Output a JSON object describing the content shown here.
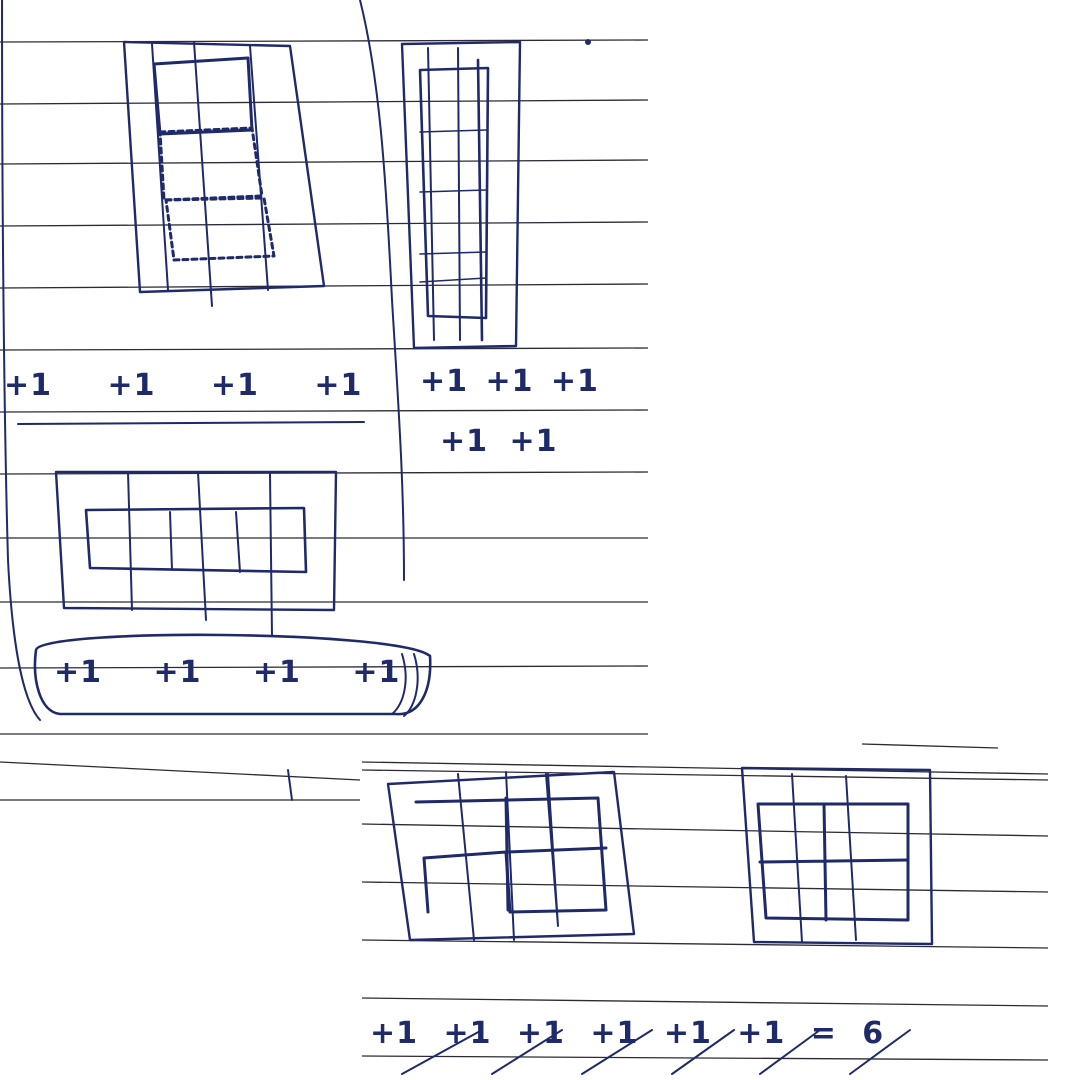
{
  "ink_color": "#1f2a6b",
  "rule_color": "#2b2b36",
  "paper_color": "#ffffff",
  "sheets": [
    {
      "name": "upper-notebook-page",
      "sketches": [
        "grid-with-stacked-domino-blocks",
        "tall-grid-with-column-strip",
        "wide-grid-with-row-strip"
      ],
      "tallies": [
        {
          "id": "tally-a",
          "text": "+1 +1 +1 +1"
        },
        {
          "id": "tally-b",
          "text": "+1 +1 +1"
        },
        {
          "id": "tally-c",
          "text": "+1 +1"
        },
        {
          "id": "tally-d",
          "text": "+1 +1 +1 +1"
        }
      ]
    },
    {
      "name": "lower-notebook-page",
      "sketches": [
        "grid-with-two-blocks",
        "grid-with-four-blocks"
      ],
      "tallies": [
        {
          "id": "tally-e",
          "text": "+1 +1 +1 +1 +1 +1 = 6"
        }
      ]
    }
  ]
}
